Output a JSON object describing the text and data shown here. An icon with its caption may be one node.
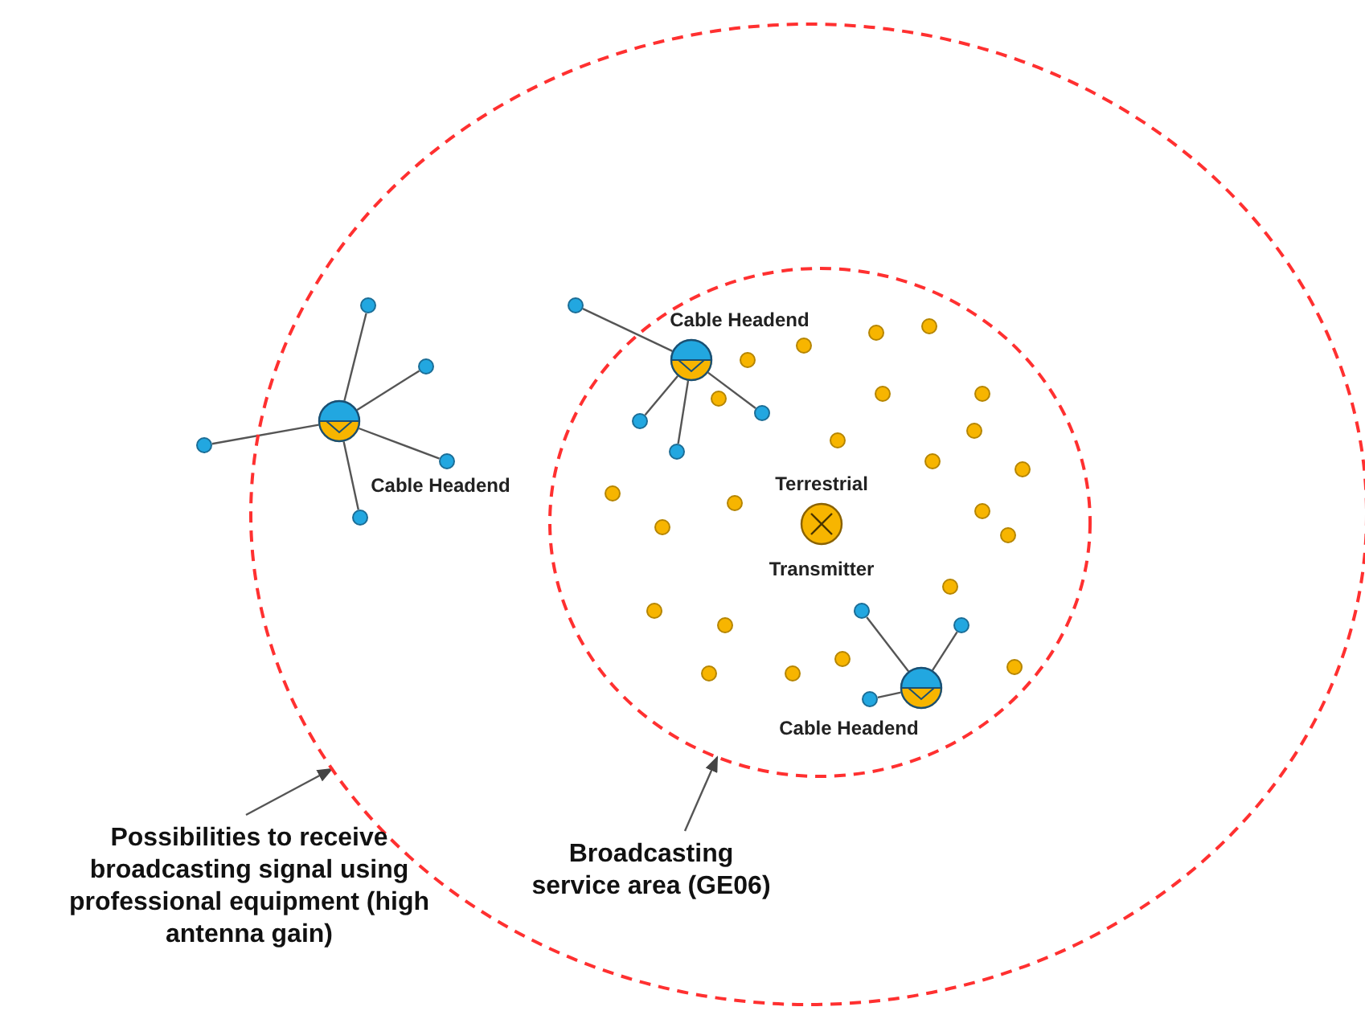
{
  "diagram": {
    "nodes": [
      {
        "text": [],
        "shape": "ellipse"
      },
      {
        "text": [],
        "shape": "ellipse",
        "in": 0
      },
      {
        "text": [
          "Cable Headend"
        ],
        "in": 0
      },
      {
        "text": [],
        "shape": "circle",
        "in": 0
      },
      {
        "text": [],
        "shape": "circle",
        "in": 0
      },
      {
        "text": [],
        "shape": "circle",
        "in": 0
      },
      {
        "text": [],
        "shape": "circle",
        "in": 0
      },
      {
        "text": [],
        "shape": "circle"
      },
      {
        "text": [
          "Cable Headend"
        ],
        "in": 1
      },
      {
        "text": [],
        "shape": "circle",
        "in": 0
      },
      {
        "text": [],
        "shape": "circle",
        "in": 1
      },
      {
        "text": [],
        "shape": "circle",
        "in": 1
      },
      {
        "text": [],
        "shape": "circle",
        "in": 1
      },
      {
        "text": [
          "Terrestrial",
          "Transmitter"
        ],
        "in": 1
      },
      {
        "text": [
          "Cable Headend"
        ],
        "in": 1
      },
      {
        "text": [],
        "shape": "circle",
        "in": 1
      },
      {
        "text": [],
        "shape": "circle",
        "in": 1
      },
      {
        "text": [],
        "shape": "circle",
        "in": 1
      },
      {
        "text": [],
        "shape": "circle",
        "in": 1
      },
      {
        "text": [],
        "shape": "circle",
        "in": 1
      },
      {
        "text": [],
        "shape": "circle",
        "in": 1
      },
      {
        "text": [],
        "shape": "circle",
        "in": 1
      },
      {
        "text": [],
        "shape": "circle",
        "in": 1
      },
      {
        "text": [],
        "shape": "circle",
        "in": 1
      },
      {
        "text": [],
        "shape": "circle",
        "in": 1
      },
      {
        "text": [],
        "shape": "circle",
        "in": 1
      },
      {
        "text": [],
        "shape": "circle",
        "in": 1
      },
      {
        "text": [],
        "shape": "circle",
        "in": 1
      },
      {
        "text": [],
        "shape": "circle",
        "in": 1
      },
      {
        "text": [],
        "shape": "circle",
        "in": 1
      },
      {
        "text": [],
        "shape": "circle",
        "in": 1
      },
      {
        "text": [],
        "shape": "circle",
        "in": 1
      },
      {
        "text": [],
        "shape": "circle",
        "in": 1
      },
      {
        "text": [],
        "shape": "circle",
        "in": 1
      },
      {
        "text": [],
        "shape": "circle",
        "in": 1
      },
      {
        "text": [],
        "shape": "circle",
        "in": 1
      },
      {
        "text": [],
        "shape": "circle",
        "in": 1
      },
      {
        "text": [],
        "shape": "circle",
        "in": 1
      },
      {
        "text": [],
        "shape": "circle",
        "in": 1
      },
      {
        "text": [],
        "shape": "circle",
        "in": 1
      },
      {
        "text": [],
        "shape": "circle",
        "in": 1
      },
      {
        "text": [
          "Possibilities to receive broadcasting signal using professional equipment (high antenna gain)"
        ]
      },
      {
        "text": [
          "Broadcasting service area (GE06)"
        ],
        "in": 0
      }
    ],
    "edges": [
      {
        "from": 2,
        "to": 3,
        "arrow": "none"
      },
      {
        "from": 2,
        "to": 4,
        "arrow": "none"
      },
      {
        "from": 2,
        "to": 5,
        "arrow": "none"
      },
      {
        "from": 2,
        "to": 6,
        "arrow": "none"
      },
      {
        "from": 2,
        "to": 7,
        "arrow": "none"
      },
      {
        "from": 8,
        "to": 9,
        "arrow": "none"
      },
      {
        "from": 8,
        "to": 10,
        "arrow": "none"
      },
      {
        "from": 8,
        "to": 11,
        "arrow": "none"
      },
      {
        "from": 8,
        "to": 12,
        "arrow": "none"
      },
      {
        "from": 14,
        "to": 15,
        "arrow": "none"
      },
      {
        "from": 14,
        "to": 16,
        "arrow": "none"
      },
      {
        "from": 14,
        "to": 17,
        "arrow": "none"
      },
      {
        "from": 41,
        "to": 0,
        "arrow": "to"
      },
      {
        "from": 42,
        "to": 1,
        "arrow": "to"
      }
    ]
  }
}
